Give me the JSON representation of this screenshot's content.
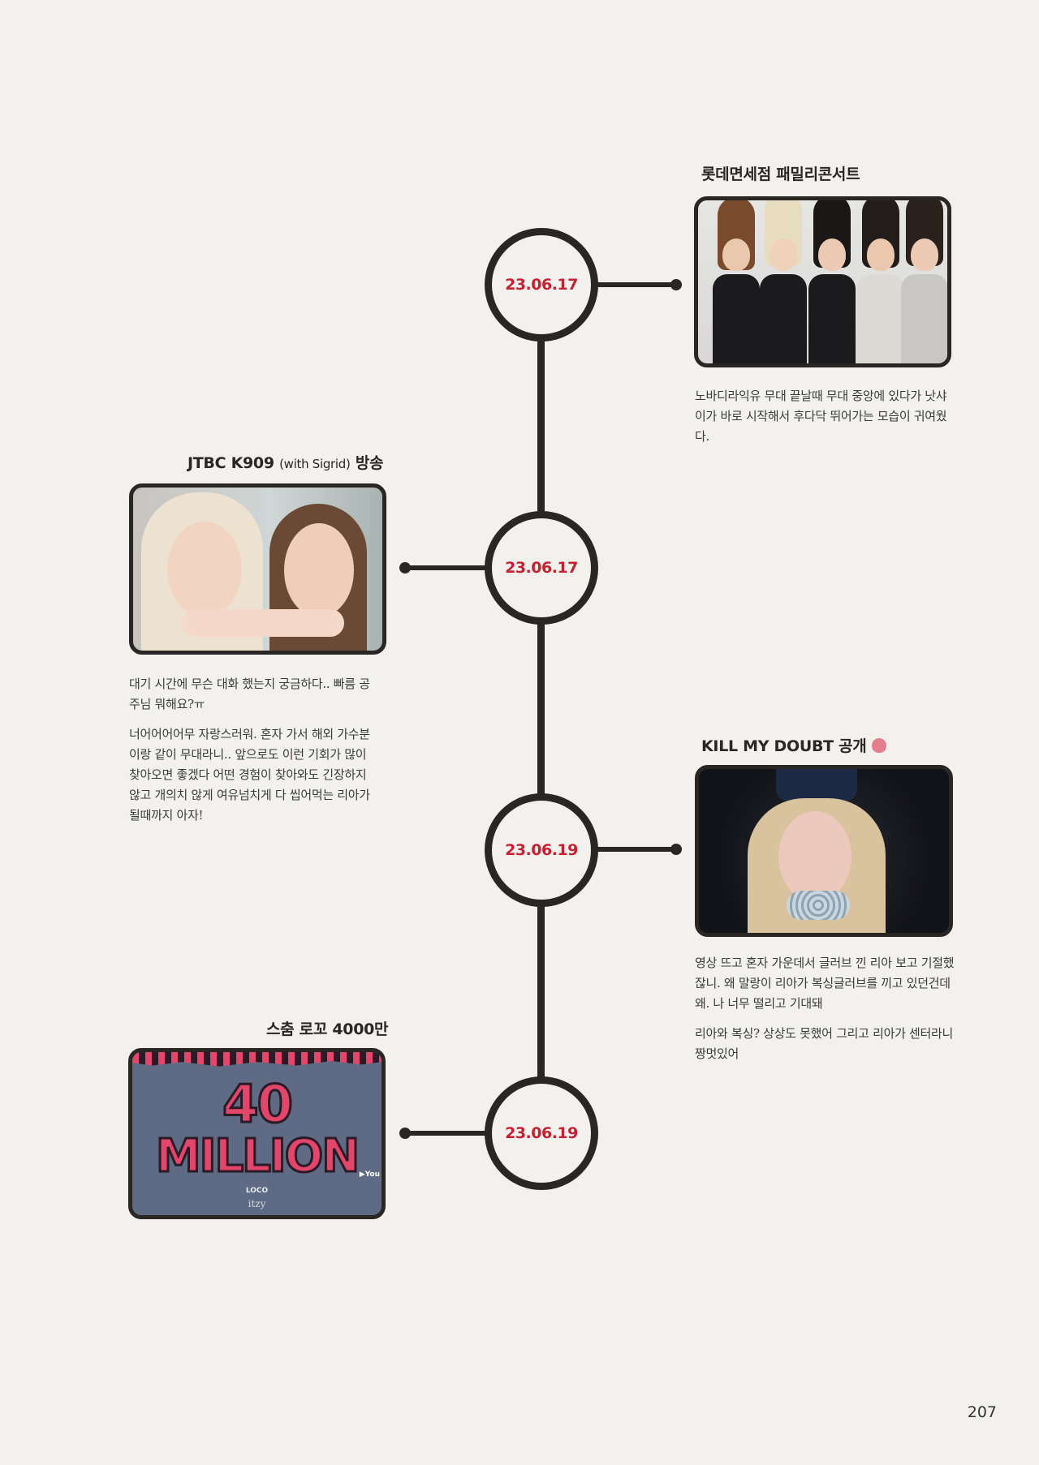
{
  "events": [
    {
      "date": "23.06.17",
      "title": "롯데면세점 패밀리콘서트",
      "paragraphs": [
        "노바디라익유 무대 끝날때 무대 중앙에 있다가 낫샤이가 바로 시작해서 후다닥 뛰어가는 모습이 귀여웠다."
      ]
    },
    {
      "date": "23.06.17",
      "title_main": "JTBC K909",
      "title_small": "(with Sigrid)",
      "title_end": "방송",
      "paragraphs": [
        "대기 시간에 무슨 대화 했는지 궁금하다.. 빠름 공주님 뭐해요?ㅠ",
        "너어어어어무 자랑스러워. 혼자 가서 해외 가수분이랑 같이 무대라니.. 앞으로도 이런 기회가 많이 찾아오면 좋겠다 어떤 경험이 찾아와도 긴장하지 않고 개의치 않게 여유넘치게 다 씹어먹는 리아가 될때까지 아자!"
      ]
    },
    {
      "date": "23.06.19",
      "title": "KILL MY DOUBT 공개",
      "title_icon": "boxing-glove-icon",
      "paragraphs": [
        "영상 뜨고 혼자 가운데서 글러브 낀 리아 보고 기절했잖니. 왜 말랑이 리아가 복싱글러브를 끼고 있던건데 왜. 나 너무 떨리고 기대돼",
        "리아와 복싱? 상상도 못했어 그리고 리아가 센터라니 짱멋있어"
      ]
    },
    {
      "date": "23.06.19",
      "title": "스춤 로꼬 4000만",
      "image_text": {
        "number": "40",
        "word": "MILLION",
        "song": "LOCO",
        "artist": "itzy",
        "badge": "▶You"
      }
    }
  ],
  "page_number": "207",
  "colors": {
    "date": "#c8202f",
    "line": "#2a2624",
    "background": "#f2f1ee"
  }
}
